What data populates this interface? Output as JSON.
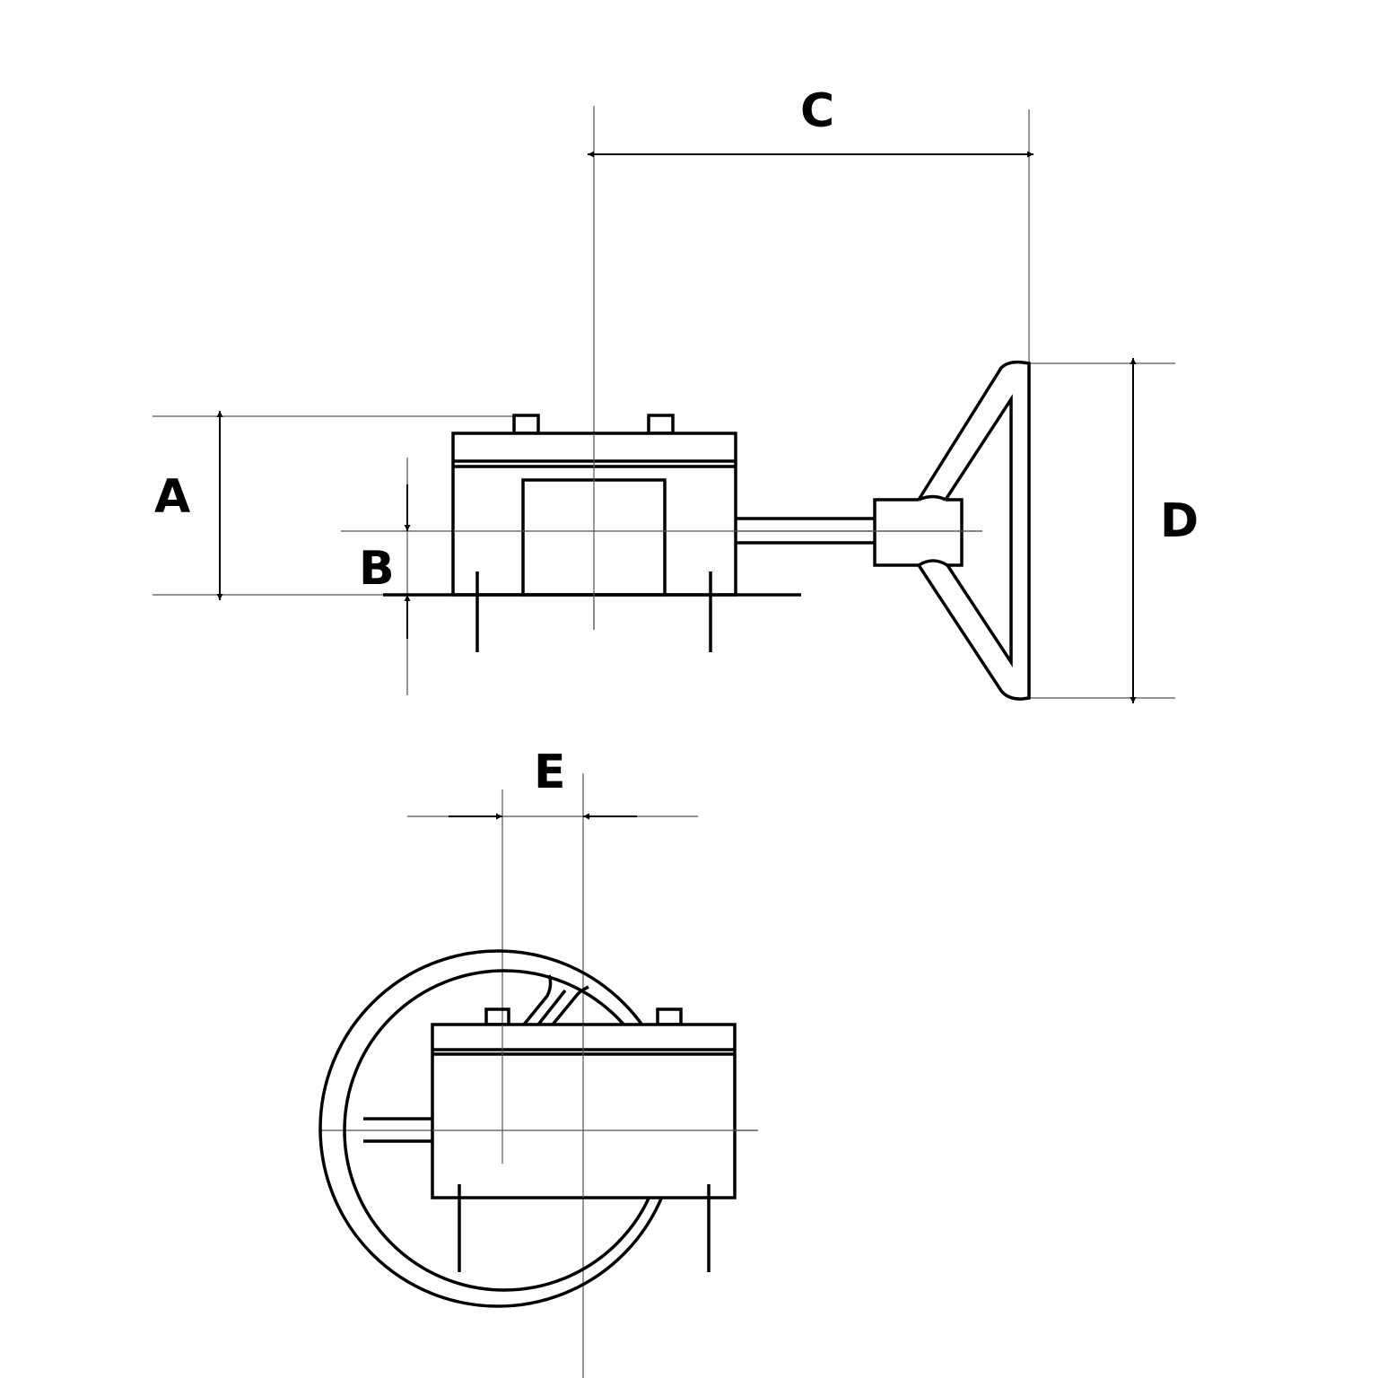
{
  "diagram": {
    "labels": {
      "A": "A",
      "B": "B",
      "C": "C",
      "D": "D",
      "E": "E"
    },
    "colors": {
      "line": "#000000",
      "centerline": "#555555",
      "background": "#ffffff"
    }
  }
}
